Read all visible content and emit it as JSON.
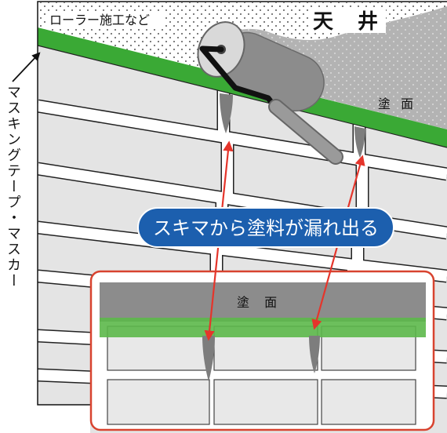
{
  "labels": {
    "roller_method": "ローラー施工など",
    "ceiling": "天 井",
    "ceiling_painted_surface": "塗 面",
    "masking": "マスキングテープ・マスカー",
    "leak_callout": "スキマから塗料が漏れ出る",
    "inset_painted_surface": "塗 面"
  },
  "colors": {
    "masking_tape": "#3aa935",
    "masking_tape_inset": "#5cb84a",
    "leak_arrow": "#e5352b",
    "callout": "#1c5fae",
    "paint": "#8c8c8c",
    "inset_border": "#d8432f"
  }
}
